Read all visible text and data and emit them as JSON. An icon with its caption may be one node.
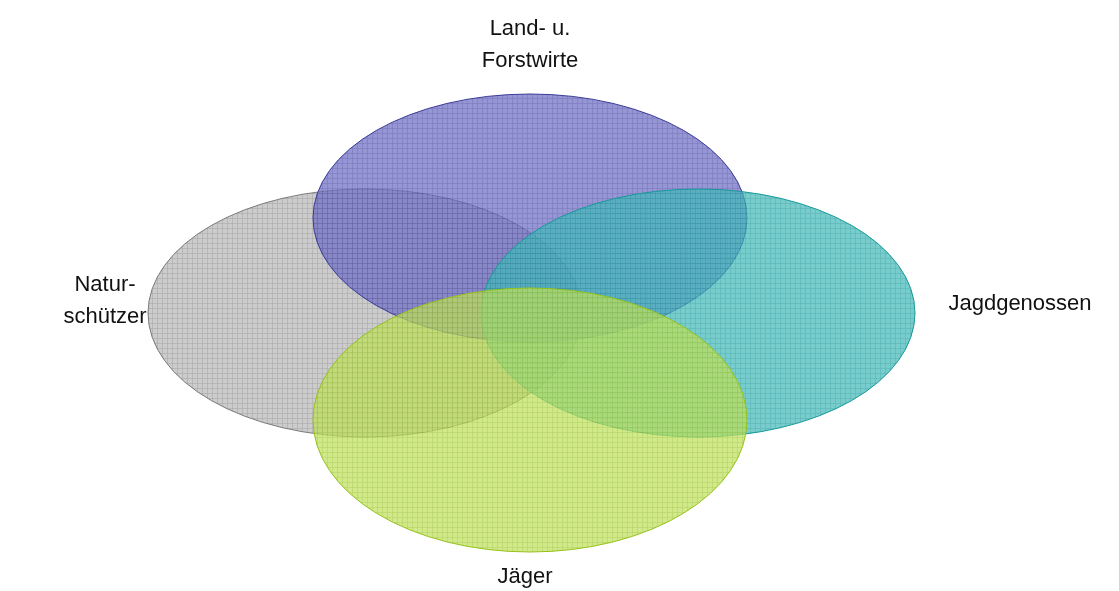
{
  "diagram": {
    "nodes": [
      {
        "text": [
          "Land- u. Forstwirte"
        ]
      },
      {
        "text": [
          "Natur- schützer"
        ]
      },
      {
        "text": [
          "Jagdgenossen"
        ]
      },
      {
        "text": [
          "Jäger"
        ]
      }
    ]
  }
}
